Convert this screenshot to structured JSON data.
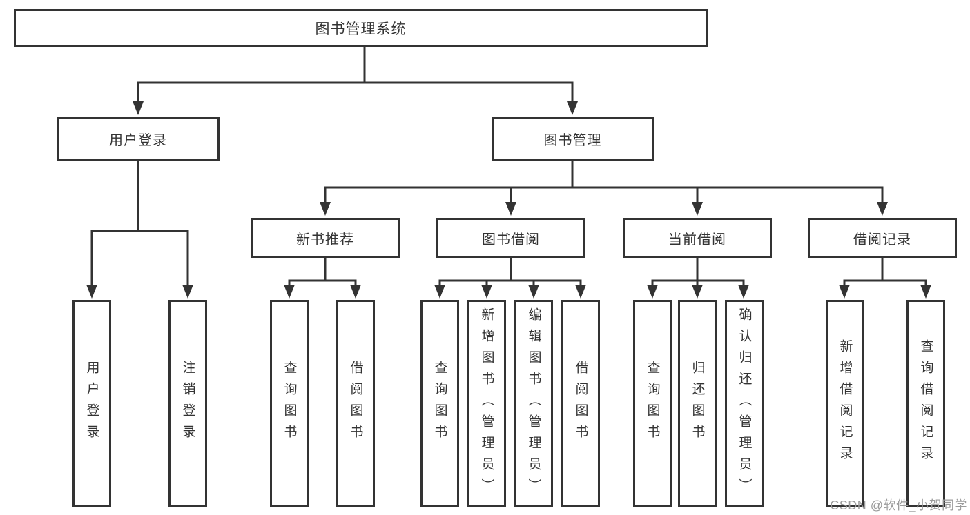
{
  "title": {
    "label": "图书管理系统"
  },
  "level2": {
    "user_login": {
      "label": "用户登录"
    },
    "book_management": {
      "label": "图书管理"
    }
  },
  "level3": {
    "new_book_recommend": {
      "label": "新书推荐"
    },
    "book_borrow": {
      "label": "图书借阅"
    },
    "current_borrow": {
      "label": "当前借阅"
    },
    "borrow_records": {
      "label": "借阅记录"
    }
  },
  "leaves": {
    "user_login": {
      "label": "用户登录"
    },
    "logout": {
      "label": "注销登录"
    },
    "query_books_recommend": {
      "label": "查询图书"
    },
    "borrow_books_recommend": {
      "label": "借阅图书"
    },
    "query_books_borrow": {
      "label": "查询图书"
    },
    "add_books_admin": {
      "label": "新增图书（管理员）"
    },
    "edit_books_admin": {
      "label": "编辑图书（管理员）"
    },
    "borrow_books": {
      "label": "借阅图书"
    },
    "query_books_current": {
      "label": "查询图书"
    },
    "return_books": {
      "label": "归还图书"
    },
    "confirm_return_admin": {
      "label": "确认归还（管理员）"
    },
    "add_borrow_record": {
      "label": "新增借阅记录"
    },
    "query_borrow_record": {
      "label": "查询借阅记录"
    }
  },
  "watermark": {
    "label": "CSDN @软件_小贺同学"
  },
  "colors": {
    "line": "#333333",
    "border": "#333333",
    "text": "#333333",
    "watermark": "#9b9b9b",
    "background": "#ffffff"
  }
}
